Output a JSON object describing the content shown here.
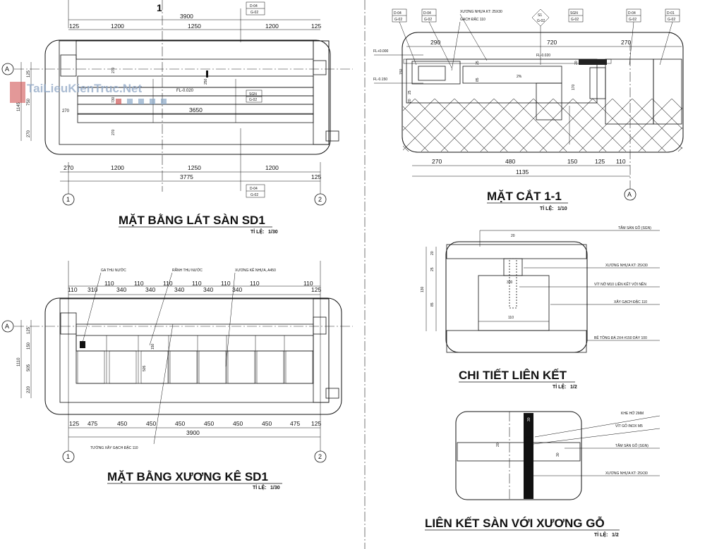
{
  "watermark": "TaiLieuKienTruc.Net",
  "scale_label": "TỈ LỆ:",
  "plan1": {
    "title": "MẶT BẰNG LÁT SÀN SD1",
    "scale": "1/30",
    "section_mark": "1",
    "axis_left": "A",
    "axis_bottom_left": "1",
    "axis_bottom_right": "2",
    "top_dims": [
      "125",
      "1200",
      "1250",
      "1200",
      "125"
    ],
    "top_total": "3900",
    "bottom_dims": [
      "270",
      "1200",
      "1250",
      "1200",
      "125"
    ],
    "bottom_total": "3775",
    "left_dims": [
      "125",
      "750",
      "270",
      "1145"
    ],
    "inner": {
      "d1": "250",
      "d2": "730",
      "d3": "270",
      "d4": "270",
      "len": "3650",
      "s1": "270"
    },
    "level": "FL-0.020",
    "tags": [
      {
        "code": "D-04",
        "sheet": "G-02"
      },
      {
        "code": "SGN",
        "sheet": "G-02"
      },
      {
        "code": "D-04",
        "sheet": "G-02"
      }
    ]
  },
  "plan2": {
    "title": "MẶT BẰNG XƯƠNG KÊ SD1",
    "scale": "1/30",
    "axis_left": "A",
    "axis_bottom_left": "1",
    "axis_bottom_right": "2",
    "labels": [
      "GA THU NƯỚC",
      "RÃNH THU NƯỚC",
      "XƯƠNG KÊ NHỰA, A450",
      "TƯỜNG XÂY GẠCH ĐẶC 110"
    ],
    "top_dims": [
      "110",
      "310",
      "110",
      "340",
      "110",
      "340",
      "110",
      "340",
      "110",
      "340",
      "110",
      "340",
      "110",
      "110"
    ],
    "top_edge": "125",
    "bottom_dims": [
      "125",
      "475",
      "450",
      "450",
      "450",
      "450",
      "450",
      "450",
      "475",
      "125"
    ],
    "bottom_total": "3900",
    "left_dims": [
      "125",
      "150",
      "505",
      "220",
      "1110"
    ],
    "inner": {
      "a": "150",
      "b": "505"
    }
  },
  "section": {
    "title": "MẶT CẮT 1-1",
    "scale": "1/10",
    "axis": "A",
    "tags": [
      {
        "code": "D-04",
        "sheet": "G-02"
      },
      {
        "code": "D-04",
        "sheet": "G-02"
      },
      {
        "code": "S1",
        "sheet": "G-02"
      },
      {
        "code": "SGN",
        "sheet": "G-02"
      },
      {
        "code": "D-04",
        "sheet": "G-02"
      },
      {
        "code": "D-01",
        "sheet": "G-02"
      }
    ],
    "labels": [
      "XƯƠNG NHỰA KT: 25X30",
      "GẠCH ĐẶC 110"
    ],
    "levels": [
      "FL+0.000",
      "FL-0.150",
      "FL-0.020"
    ],
    "top_dims": [
      "290",
      "720",
      "270"
    ],
    "bottom_dims": [
      "270",
      "480",
      "150",
      "125",
      "110"
    ],
    "bottom_total": "1135",
    "vdims": [
      "150",
      "20",
      "25",
      "85",
      "25",
      "20",
      "170",
      "2%"
    ]
  },
  "detail1": {
    "title": "CHI TIẾT LIÊN KẾT",
    "scale": "1/2",
    "labels": [
      "TẤM SÀN GỖ (SGN)",
      "XƯƠNG NHỰA KT: 25X30",
      "VÍT NỞ M10 LIÊN KẾT VỚI NỀN",
      "XÂY GẠCH ĐẶC 110",
      "BÊ TÔNG ĐÁ 2X4 #150 DÀY 100"
    ],
    "dims": {
      "top": "20",
      "mid": "300",
      "bot": "110",
      "v1": "20",
      "v2": "25",
      "v3": "85",
      "vt": "130"
    }
  },
  "detail2": {
    "title": "LIÊN KẾT SÀN VỚI XƯƠNG GỖ",
    "scale": "1/2",
    "labels": [
      "KHE HỞ 2MM",
      "VÍT GỖ INOX M5",
      "TẤM SÀN GỖ (SGN)",
      "XƯƠNG NHỰA KT: 25X30"
    ],
    "dims": {
      "a": "30",
      "b": "20",
      "c": "30"
    }
  }
}
